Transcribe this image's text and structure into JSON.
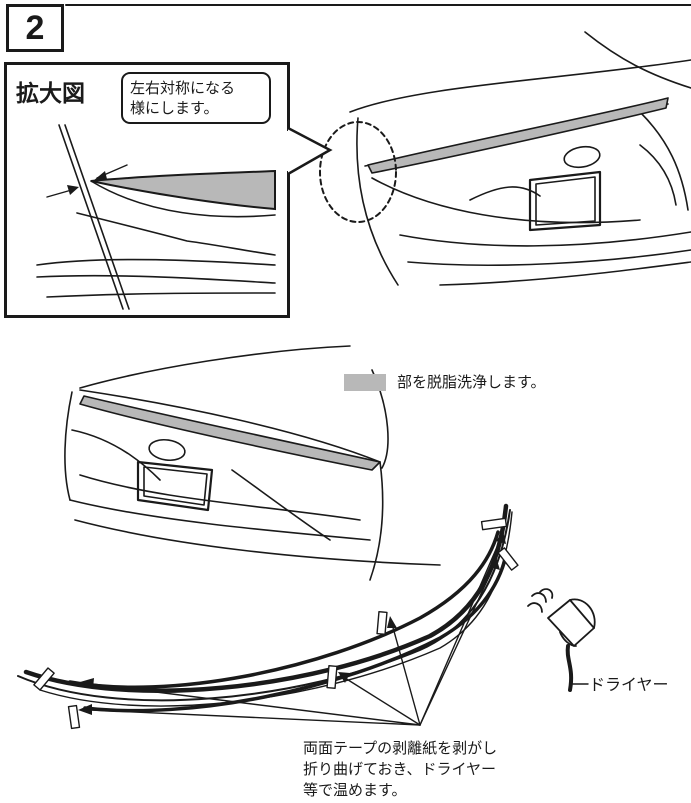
{
  "step": {
    "number": "2"
  },
  "zoom": {
    "title": "拡大図",
    "callout_line1": "左右対称になる",
    "callout_line2": "様にします。"
  },
  "legend": {
    "text": "部を脱脂洗浄します。",
    "swatch_color": "#b8b8b8"
  },
  "dryer": {
    "label": "ドライヤー"
  },
  "instruction": {
    "line1": "両面テープの剥離紙を剥がし",
    "line2": "折り曲げておき、ドライヤー",
    "line3": "等で温めます。"
  },
  "colors": {
    "line": "#1a1a1a",
    "degrease_gray": "#b8b8b8"
  }
}
